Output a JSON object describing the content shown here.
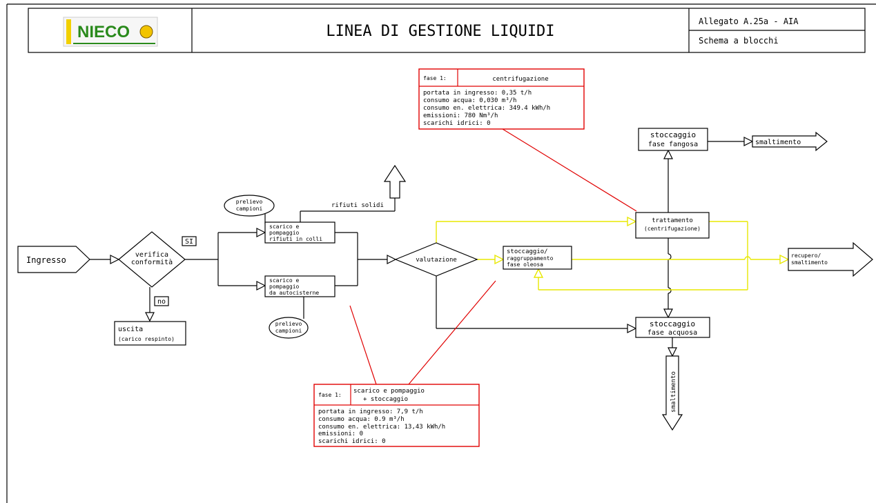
{
  "header": {
    "logo_text": "NIECO",
    "title": "LINEA DI GESTIONE LIQUIDI",
    "attachment": "Allegato A.25a - AIA",
    "subtitle": "Schema a blocchi"
  },
  "nodes": {
    "ingresso": "Ingresso",
    "verifica_1": "verifica",
    "verifica_2": "conformità",
    "si": "SI",
    "no": "no",
    "uscita_1": "uscita",
    "uscita_2": "(carico respinto)",
    "prelievo_top_1": "prelievo",
    "prelievo_top_2": "campioni",
    "rifiuti_solidi": "rifiuti solidi",
    "scarico_colli_1": "scarico e",
    "scarico_colli_2": "pompaggio",
    "scarico_colli_3": "rifiuti in colli",
    "scarico_auto_1": "scarico e",
    "scarico_auto_2": "pompaggio",
    "scarico_auto_3": "da autocisterne",
    "prelievo_bot_1": "prelievo",
    "prelievo_bot_2": "campioni",
    "valutazione": "valutazione",
    "stoccaggio_olioso_1": "stoccaggio/",
    "stoccaggio_olioso_2": "raggruppamento",
    "stoccaggio_olioso_3": "fase oleosa",
    "trattamento_1": "trattamento",
    "trattamento_2": "(centrifugazione)",
    "stoccaggio_fangosa_1": "stoccaggio",
    "stoccaggio_fangosa_2": "fase fangosa",
    "smaltimento_top": "smaltimento",
    "recupero_1": "recupero/",
    "recupero_2": "smaltimento",
    "stoccaggio_acquosa_1": "stoccaggio",
    "stoccaggio_acquosa_2": "fase acquosa",
    "smaltimento_bottom": "smaltimento"
  },
  "phase_centrifugazione": {
    "fase": "fase 1:",
    "name": "centrifugazione",
    "lines": [
      "portata in ingresso: 0,35 t/h",
      "consumo acqua: 0,030 m³/h",
      "consumo en. elettrica: 349.4 kWh/h",
      "emissioni: 780 Nm³/h",
      "scarichi idrici: 0"
    ]
  },
  "phase_scarico": {
    "fase": "fase 1:",
    "name_1": "scarico e pompaggio",
    "name_2": "+ stoccaggio",
    "lines": [
      "portata in ingresso: 7,9 t/h",
      "consumo acqua: 0.9 m³/h",
      "consumo en. elettrica: 13,43 kWh/h",
      "emissioni: 0",
      "scarichi idrici: 0"
    ]
  }
}
